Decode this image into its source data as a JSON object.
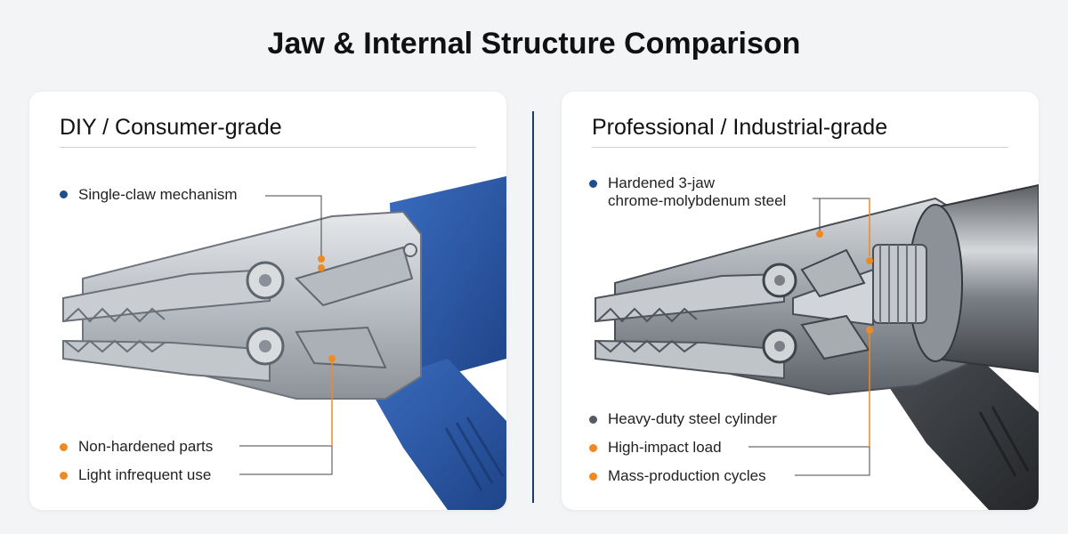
{
  "title": "Jaw & Internal Structure Comparison",
  "colors": {
    "navy": "#1f4e8c",
    "orange": "#ef8a22",
    "gray": "#555a60",
    "diy_handle": "#2c58a3",
    "pro_handle": "#3a3d42"
  },
  "diy": {
    "heading": "DIY / Consumer-grade",
    "labels": [
      {
        "text": "Single-claw mechanism",
        "color": "navy"
      },
      {
        "text": "Non-hardened parts",
        "color": "orange"
      },
      {
        "text": "Light infrequent use",
        "color": "orange"
      }
    ]
  },
  "pro": {
    "heading": "Professional / Industrial-grade",
    "labels": [
      {
        "line1": "Hardened 3-jaw",
        "line2": "chrome-molybdenum steel",
        "color": "navy"
      },
      {
        "text": "Heavy-duty steel cylinder",
        "color": "gray"
      },
      {
        "text": "High-impact load",
        "color": "orange"
      },
      {
        "text": "Mass-production cycles",
        "color": "orange"
      }
    ]
  }
}
